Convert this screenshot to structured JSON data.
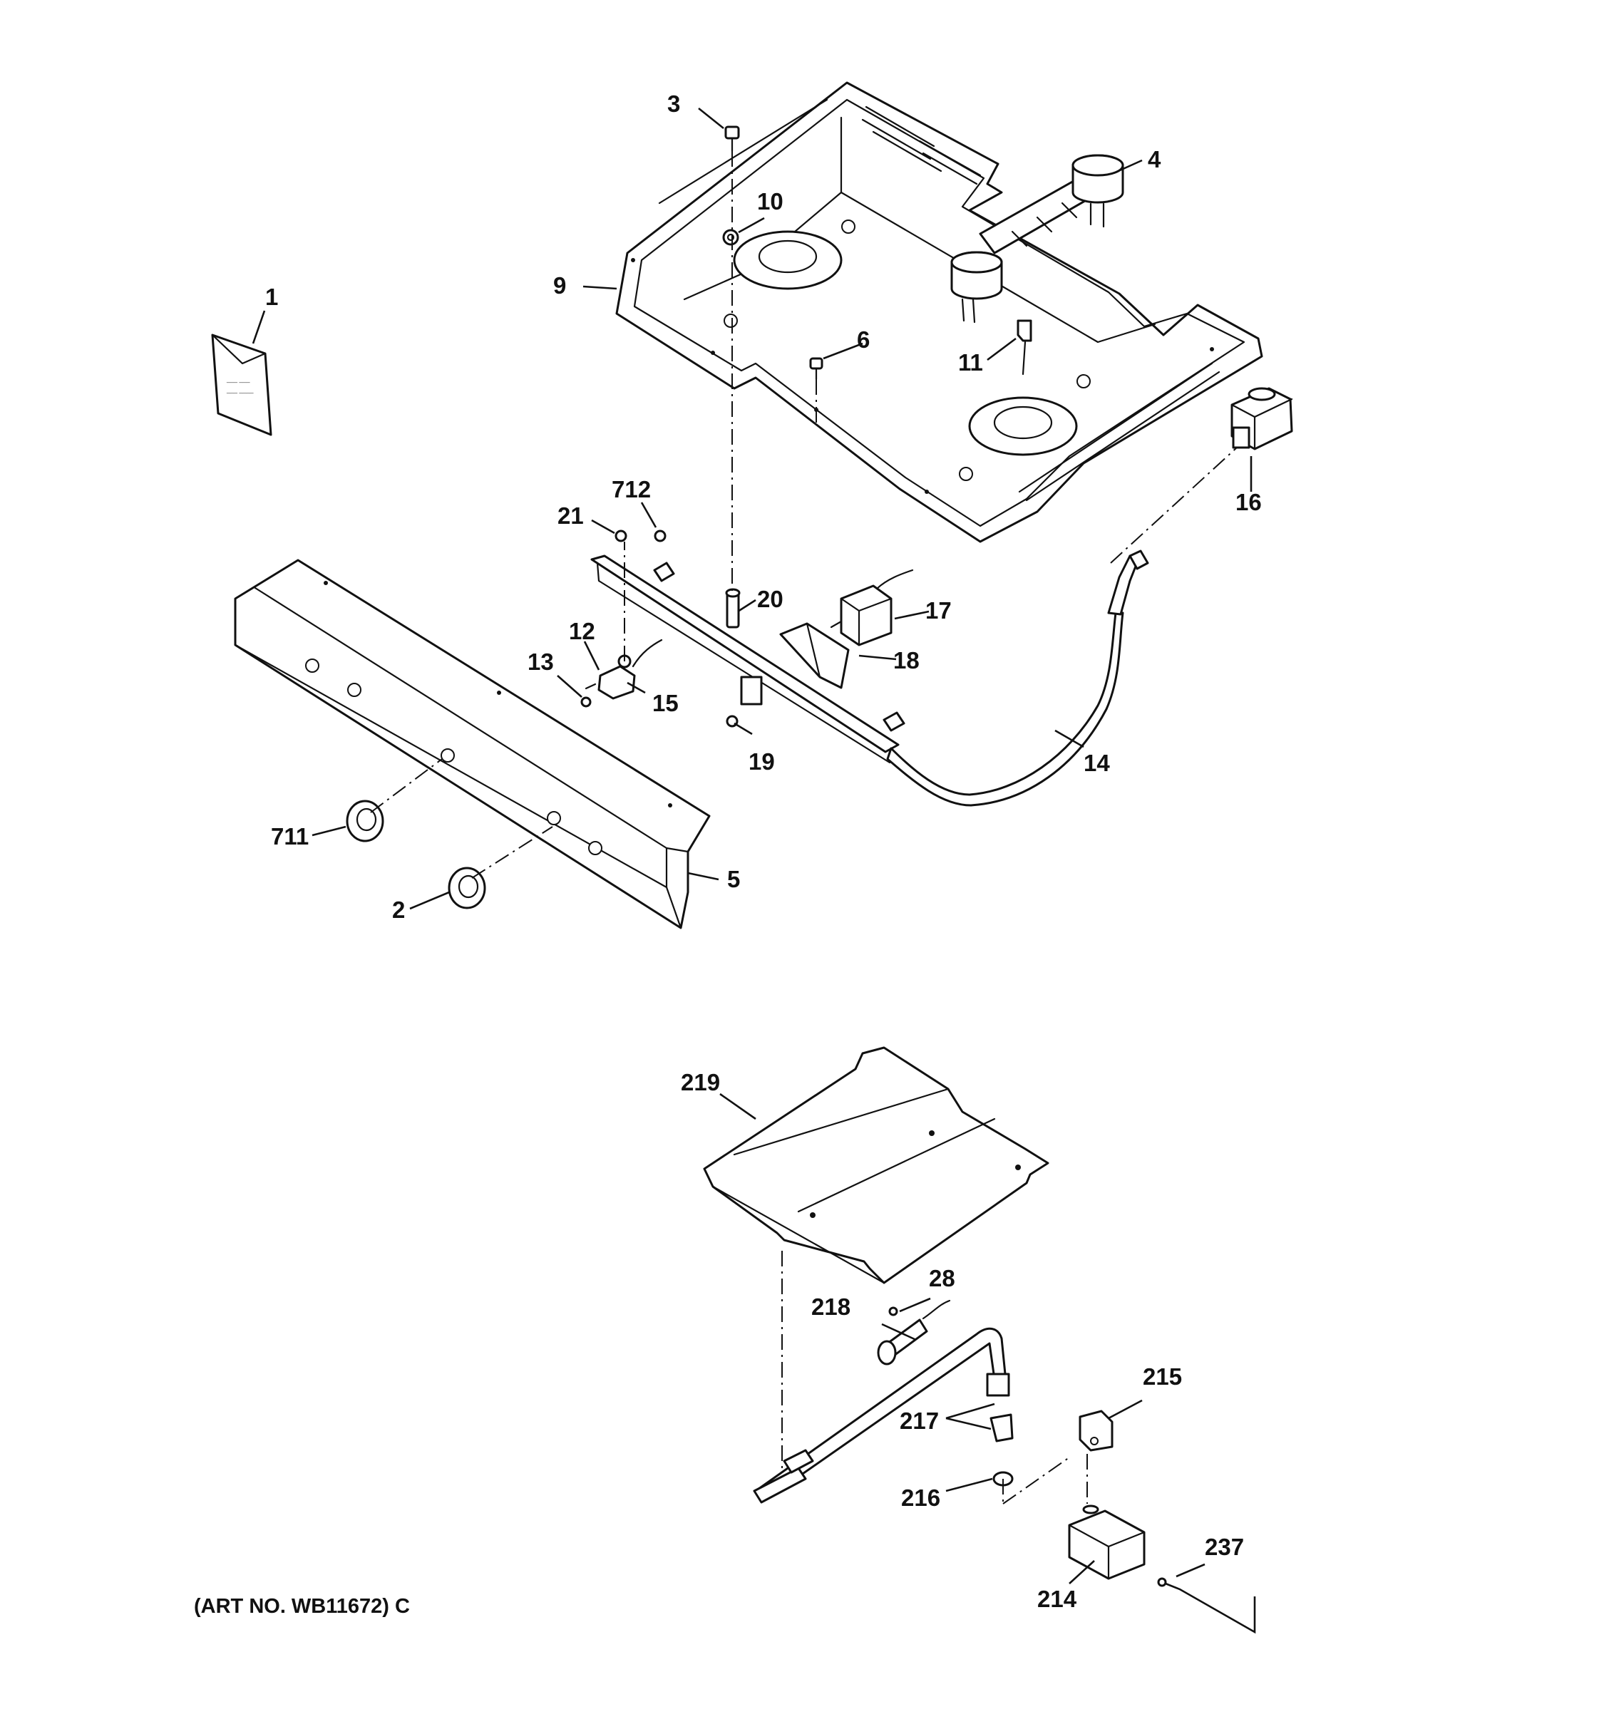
{
  "diagram": {
    "type": "exploded parts diagram",
    "art_number": "(ART NO. WB11672) C",
    "callouts": [
      "1",
      "2",
      "3",
      "4",
      "5",
      "6",
      "9",
      "10",
      "11",
      "12",
      "13",
      "14",
      "15",
      "16",
      "17",
      "18",
      "19",
      "20",
      "21",
      "711",
      "712",
      "214",
      "215",
      "216",
      "217",
      "218",
      "219",
      "237",
      "28"
    ]
  }
}
